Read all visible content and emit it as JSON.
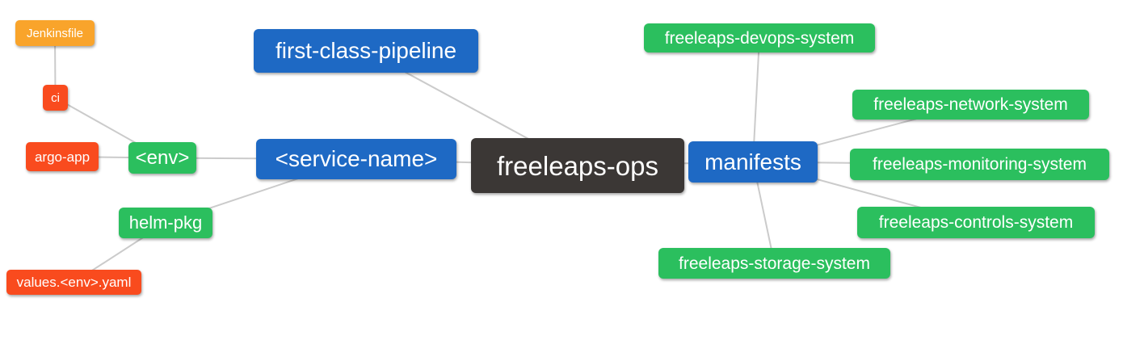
{
  "colors": {
    "center": "#3b3735",
    "blue": "#1e69c4",
    "green": "#2bbf5e",
    "red": "#f94b1e",
    "orange": "#f9a42b",
    "edge": "#cbcbcb",
    "node_text": "#ffffff"
  },
  "nodes": {
    "freeleaps_ops": {
      "label": "freeleaps-ops"
    },
    "first_class_pipeline": {
      "label": "first-class-pipeline"
    },
    "service_name": {
      "label": "<service-name>"
    },
    "env": {
      "label": "<env>"
    },
    "ci": {
      "label": "ci"
    },
    "jenkinsfile": {
      "label": "Jenkinsfile"
    },
    "argo_app": {
      "label": "argo-app"
    },
    "helm_pkg": {
      "label": "helm-pkg"
    },
    "values_env_yaml": {
      "label": "values.<env>.yaml"
    },
    "manifests": {
      "label": "manifests"
    },
    "devops_system": {
      "label": "freeleaps-devops-system"
    },
    "network_system": {
      "label": "freeleaps-network-system"
    },
    "monitoring_system": {
      "label": "freeleaps-monitoring-system"
    },
    "controls_system": {
      "label": "freeleaps-controls-system"
    },
    "storage_system": {
      "label": "freeleaps-storage-system"
    }
  },
  "edges": [
    [
      "jenkinsfile",
      "ci"
    ],
    [
      "ci",
      "env"
    ],
    [
      "argo_app",
      "env"
    ],
    [
      "env",
      "service_name"
    ],
    [
      "first_class_pipeline",
      "freeleaps_ops"
    ],
    [
      "service_name",
      "freeleaps_ops"
    ],
    [
      "service_name",
      "helm_pkg"
    ],
    [
      "helm_pkg",
      "values_env_yaml"
    ],
    [
      "freeleaps_ops",
      "manifests"
    ],
    [
      "manifests",
      "devops_system"
    ],
    [
      "manifests",
      "network_system"
    ],
    [
      "manifests",
      "monitoring_system"
    ],
    [
      "manifests",
      "controls_system"
    ],
    [
      "manifests",
      "storage_system"
    ]
  ]
}
